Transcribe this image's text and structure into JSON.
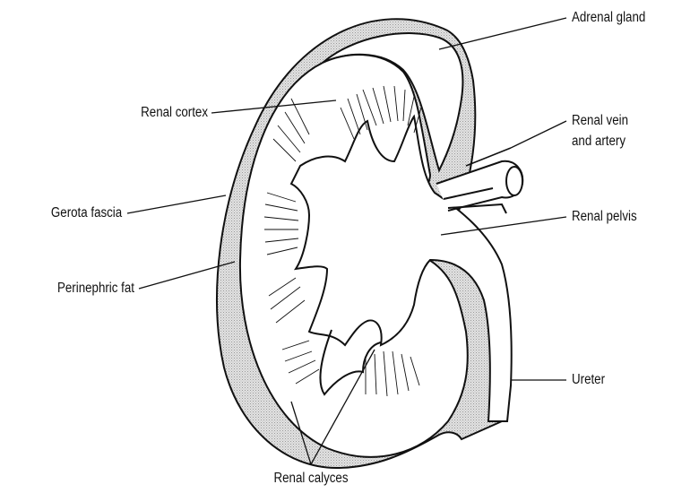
{
  "diagram": {
    "labels": {
      "adrenal_gland": "Adrenal gland",
      "renal_cortex": "Renal cortex",
      "renal_vein_artery_line1": "Renal vein",
      "renal_vein_artery_line2": "and artery",
      "gerota_fascia": "Gerota fascia",
      "renal_pelvis": "Renal pelvis",
      "perinephric_fat": "Perinephric fat",
      "ureter": "Ureter",
      "renal_calyces": "Renal calyces"
    },
    "colors": {
      "outline": "#111111",
      "fat_fill": "#d6d6d6",
      "background": "#ffffff"
    }
  }
}
